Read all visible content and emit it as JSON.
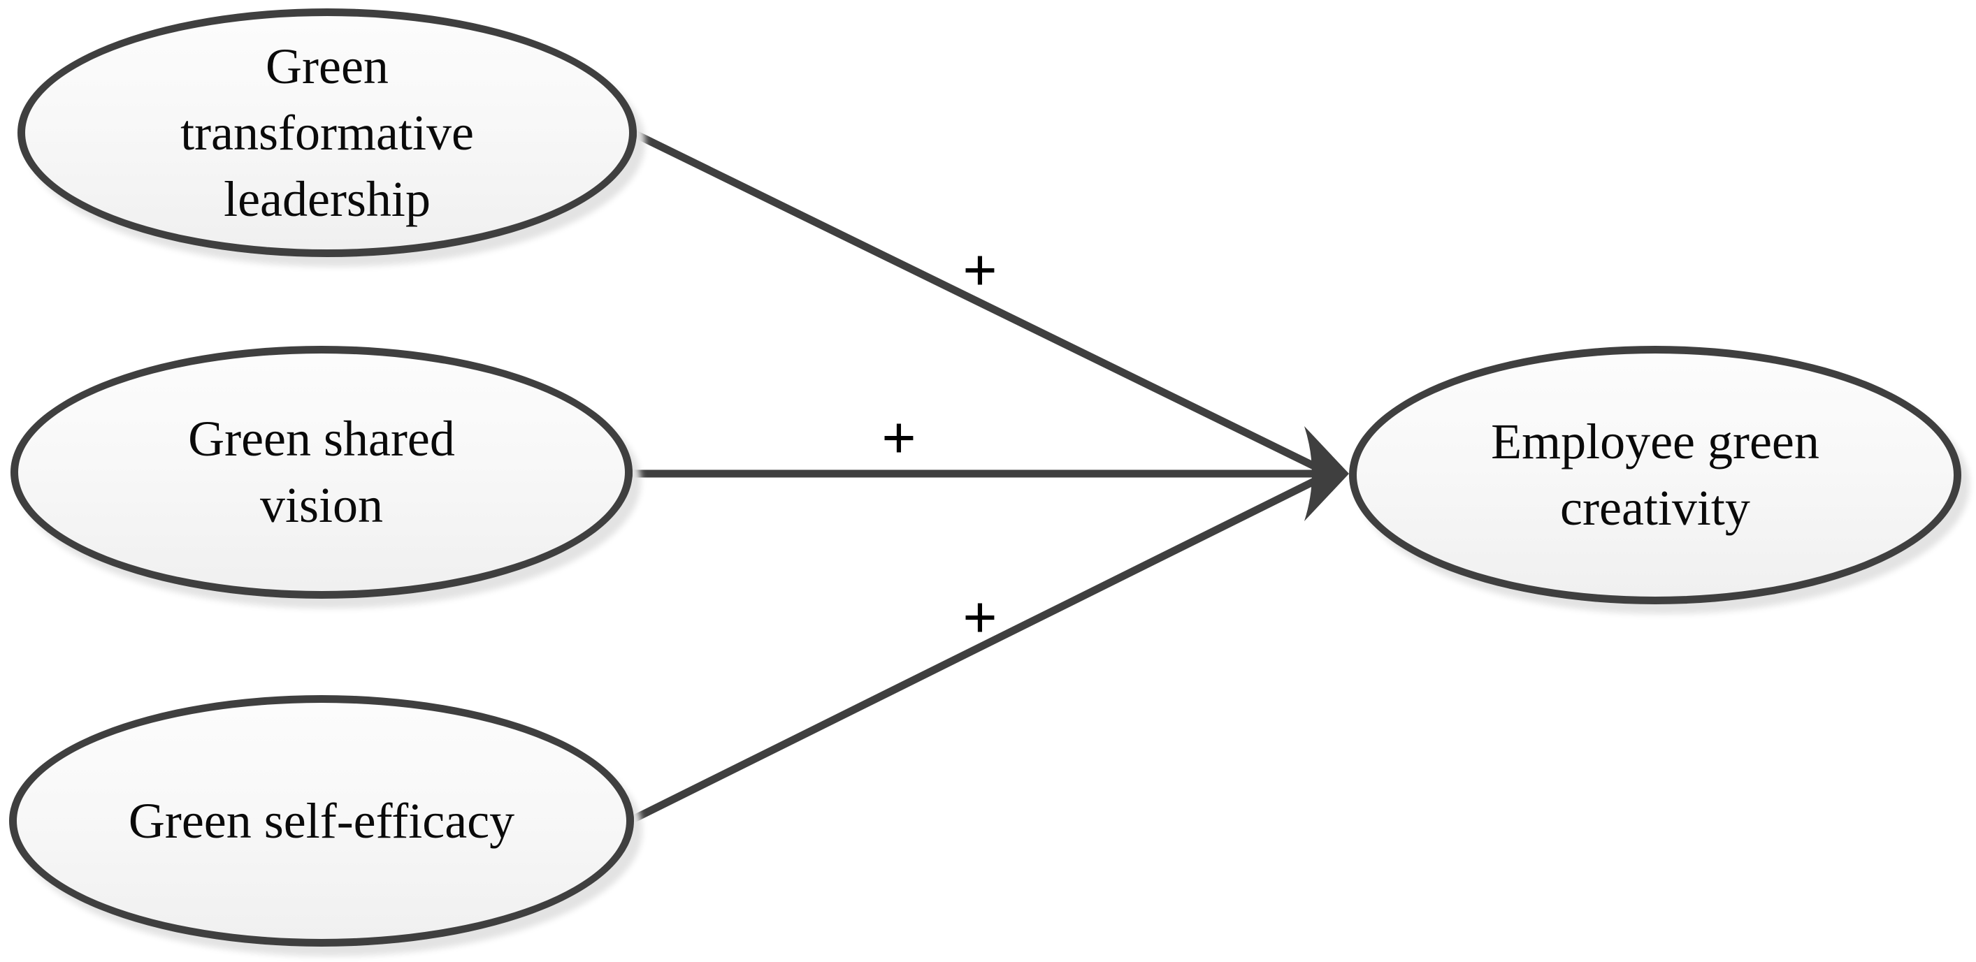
{
  "figure": {
    "type": "conceptual-model-diagram",
    "background_color": "#ffffff",
    "stroke_color": "#3f3f3f",
    "text_color": "#0a0a0a",
    "shadow_color": "#e3e3e3",
    "nodes": [
      {
        "id": "green-transformative-leadership",
        "label": "Green\ntransformative\nleadership",
        "shape": "ellipse"
      },
      {
        "id": "green-shared-vision",
        "label": "Green shared\nvision",
        "shape": "ellipse"
      },
      {
        "id": "green-self-efficacy",
        "label": "Green self-efficacy",
        "shape": "ellipse"
      },
      {
        "id": "employee-green-creativity",
        "label": "Employee green\ncreativity",
        "shape": "ellipse"
      }
    ],
    "edges": [
      {
        "from": "green-transformative-leadership",
        "to": "employee-green-creativity",
        "sign": "+"
      },
      {
        "from": "green-shared-vision",
        "to": "employee-green-creativity",
        "sign": "+"
      },
      {
        "from": "green-self-efficacy",
        "to": "employee-green-creativity",
        "sign": "+"
      }
    ]
  }
}
